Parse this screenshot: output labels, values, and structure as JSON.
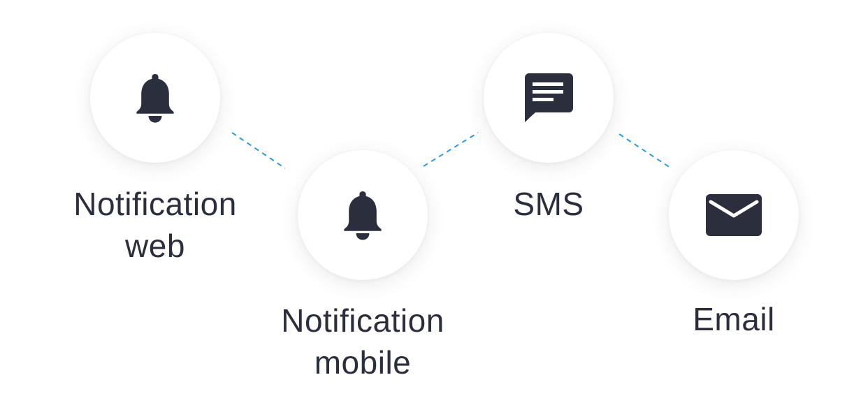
{
  "colors": {
    "icon": "#2b2f3d",
    "connector": "#2b9be6",
    "text": "#2b2f3d"
  },
  "channels": [
    {
      "icon": "bell-icon",
      "label_lines": [
        "Notification",
        "web"
      ]
    },
    {
      "icon": "bell-icon",
      "label_lines": [
        "Notification",
        "mobile"
      ]
    },
    {
      "icon": "chat-icon",
      "label_lines": [
        "SMS"
      ]
    },
    {
      "icon": "envelope-icon",
      "label_lines": [
        "Email"
      ]
    }
  ]
}
